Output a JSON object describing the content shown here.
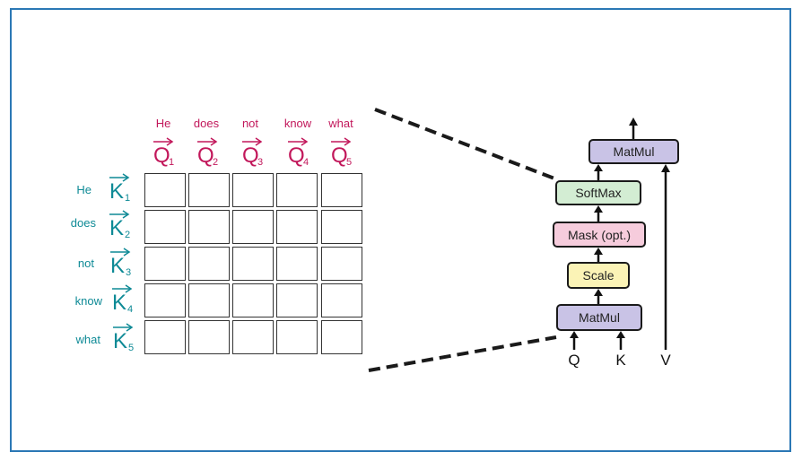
{
  "queries": {
    "words": [
      "He",
      "does",
      "not",
      "know",
      "what"
    ],
    "vectors": [
      {
        "letter": "Q",
        "sub": "1"
      },
      {
        "letter": "Q",
        "sub": "2"
      },
      {
        "letter": "Q",
        "sub": "3"
      },
      {
        "letter": "Q",
        "sub": "4"
      },
      {
        "letter": "Q",
        "sub": "5"
      }
    ]
  },
  "keys": {
    "words": [
      "He",
      "does",
      "not",
      "know",
      "what"
    ],
    "vectors": [
      {
        "letter": "K",
        "sub": "1"
      },
      {
        "letter": "K",
        "sub": "2"
      },
      {
        "letter": "K",
        "sub": "3"
      },
      {
        "letter": "K",
        "sub": "4"
      },
      {
        "letter": "K",
        "sub": "5"
      }
    ]
  },
  "attention_block": {
    "top_matmul": "MatMul",
    "softmax": "SoftMax",
    "mask": "Mask (opt.)",
    "scale": "Scale",
    "bottom_matmul": "MatMul",
    "inputs": [
      "Q",
      "K",
      "V"
    ]
  },
  "colors": {
    "query": "#c2185b",
    "key": "#0e8a96",
    "frame": "#2b78b5",
    "matmul_fill": "#c9c3e6",
    "softmax_fill": "#d3edd3",
    "mask_fill": "#f6ccdc",
    "scale_fill": "#fbf3b6"
  }
}
